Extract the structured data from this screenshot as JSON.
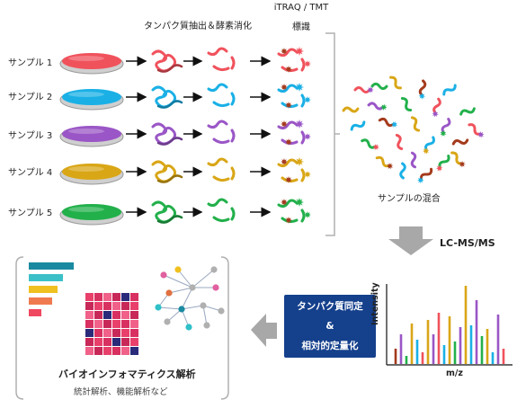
{
  "headers": {
    "digest": "タンパク質抽出＆酵素消化",
    "label_line1": "iTRAQ  / TMT",
    "label_line2": "標識"
  },
  "samples": [
    {
      "label": "サンプル 1",
      "color": "#f0525c"
    },
    {
      "label": "サンプル 2",
      "color": "#1ab0e6"
    },
    {
      "label": "サンプル 3",
      "color": "#9a56c6"
    },
    {
      "label": "サンプル 4",
      "color": "#d9a616"
    },
    {
      "label": "サンプル 5",
      "color": "#22b04b"
    }
  ],
  "mix_label": "サンプルの混合",
  "lcms_label": "LC-MS/MS",
  "quant_box": {
    "line1": "タンパク質同定",
    "line2": "&",
    "line3": "相対的定量化"
  },
  "spectrum": {
    "ylabel": "Intensity",
    "xlabel": "m/z"
  },
  "bioinfo": {
    "title": "バイオインフォマティクス解析",
    "subtitle": "統計解析、機能解析など"
  },
  "colors": {
    "arrow": "#a8a8a8",
    "quant_bg": "#15408c",
    "tag_red": "#a43a1c"
  }
}
